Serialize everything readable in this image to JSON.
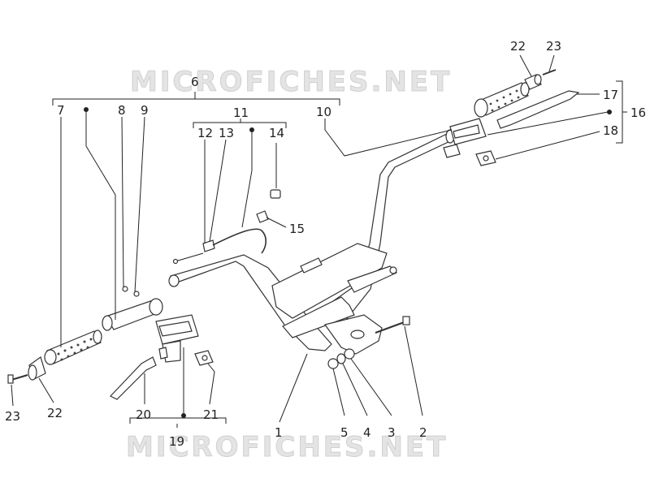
{
  "watermark": "MICROFICHES.NET",
  "colors": {
    "line": "#222222",
    "watermark": "#d8d8d8",
    "background": "#ffffff"
  },
  "labels": {
    "p1": "1",
    "p2": "2",
    "p3": "3",
    "p4": "4",
    "p5": "5",
    "p6": "6",
    "p7": "7",
    "p8": "8",
    "p9": "9",
    "p10": "10",
    "p11": "11",
    "p12": "12",
    "p13": "13",
    "p14": "14",
    "p15": "15",
    "p16": "16",
    "p17": "17",
    "p18": "18",
    "p19": "19",
    "p20": "20",
    "p21": "21",
    "p22_top": "22",
    "p22_bottom": "22",
    "p23_top": "23",
    "p23_bottom": "23"
  }
}
